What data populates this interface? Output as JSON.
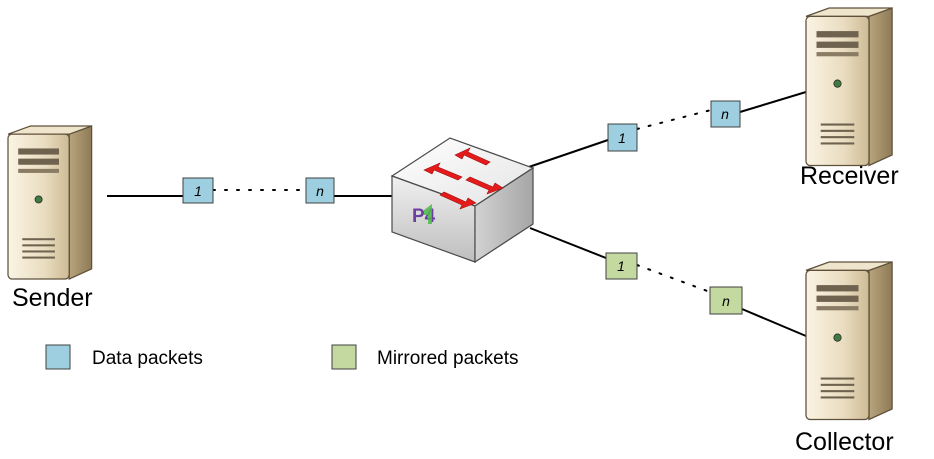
{
  "nodes": {
    "sender": {
      "label": "Sender"
    },
    "receiver": {
      "label": "Receiver"
    },
    "collector": {
      "label": "Collector"
    },
    "switch": {
      "logo_text": "P4"
    }
  },
  "packets": {
    "first": "1",
    "last": "n"
  },
  "legend": {
    "data": {
      "label": "Data packets",
      "color": "#9DCFE0"
    },
    "mirrored": {
      "label": "Mirrored packets",
      "color": "#C4D9A0"
    }
  },
  "colors": {
    "server_light": "#F3EAD6",
    "server_mid": "#D8C7A2",
    "server_dark": "#A08C66",
    "arrow": "#E51B1B",
    "p4_purple": "#6B3FA0",
    "p4_green": "#4CB848"
  }
}
